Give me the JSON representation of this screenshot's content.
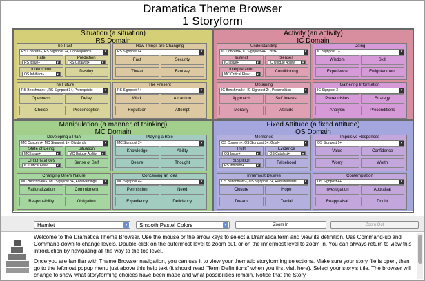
{
  "header": {
    "title": "Dramatica Theme Browser",
    "subtitle": "1 Storyform"
  },
  "colors": {
    "yellow": "#d8d66a",
    "red": "#d98b99",
    "green": "#9fd08f",
    "blue": "#a3a8de",
    "board_bg": "#c9a9cf"
  },
  "quadrants": [
    {
      "key": "tl",
      "title": "Situation (a situation)",
      "domain": "RS Domain",
      "bg": "#d5cf78",
      "cells": [
        {
          "bg": "#d8d49a",
          "head": "The Past",
          "sel": "RS Concern+, RS Signpost 2+, Consequence",
          "row1": [
            {
              "label": "Fate",
              "sel": "RS Issue+"
            },
            {
              "label": "Prediction",
              "sel": "RS Catalyst+"
            }
          ],
          "row2": [
            {
              "label": "Interdiction",
              "sel": "OS Inhibitor+"
            },
            {
              "label": "Destiny"
            }
          ]
        },
        {
          "bg": "#dcc9a2",
          "head": "How Things are Changing",
          "sel": "RS Signpost 1+",
          "row1": [
            {
              "label": "Fact"
            },
            {
              "label": "Security"
            }
          ],
          "row2": [
            {
              "label": "Threat"
            },
            {
              "label": "Fantasy"
            }
          ]
        },
        {
          "bg": "#d8d49a",
          "head": "The Future",
          "sel": "RS Benchmark+, RS Signpost 3+, Prerequisite",
          "row1": [
            {
              "label": "Openness"
            },
            {
              "label": "Delay"
            }
          ],
          "row2": [
            {
              "label": "Choice"
            },
            {
              "label": "Preconception"
            }
          ]
        },
        {
          "bg": "#dcc9a2",
          "head": "The Present",
          "sel": "RS Signpost 4+",
          "row1": [
            {
              "label": "Work"
            },
            {
              "label": "Attraction"
            }
          ],
          "row2": [
            {
              "label": "Repulsion"
            },
            {
              "label": "Attempt"
            }
          ]
        }
      ]
    },
    {
      "key": "tr",
      "title": "Activity (an activity)",
      "domain": "IC Domain",
      "bg": "#d88e9e",
      "cells": [
        {
          "bg": "#e0a0b4",
          "head": "Understanding",
          "sel": "IC Concern+, IC Signpost 4+, Cost+",
          "row1": [
            {
              "label": "Instinct",
              "sel": "IC Issue+"
            },
            {
              "label": "Senses",
              "sel": "IC Unique Ability"
            }
          ],
          "row2": [
            {
              "label": "Interpretation",
              "sel": "MC Critical Flaw"
            },
            {
              "label": "Conditioning"
            }
          ]
        },
        {
          "bg": "#d79ad8",
          "head": "Doing",
          "sel": "IC Signpost 1+",
          "row1": [
            {
              "label": "Wisdom"
            },
            {
              "label": "Skill"
            }
          ],
          "row2": [
            {
              "label": "Experience"
            },
            {
              "label": "Enlightenment"
            }
          ]
        },
        {
          "bg": "#e0a0b4",
          "head": "Obtaining",
          "sel": "IC Benchmark+, IC Signpost 2+, Precondition",
          "row1": [
            {
              "label": "Approach"
            },
            {
              "label": "Self Interest"
            }
          ],
          "row2": [
            {
              "label": "Morality"
            },
            {
              "label": "Attitude"
            }
          ]
        },
        {
          "bg": "#d79ad8",
          "head": "Gathering Information",
          "sel": "IC Signpost 3+",
          "row1": [
            {
              "label": "Prerequisites"
            },
            {
              "label": "Strategy"
            }
          ],
          "row2": [
            {
              "label": "Analysis"
            },
            {
              "label": "Preconditions"
            }
          ]
        }
      ]
    },
    {
      "key": "bl",
      "title": "Manipulation (a manner of thinking)",
      "domain": "MC Domain",
      "bg": "#a3cf8c",
      "cells": [
        {
          "bg": "#a6d6a0",
          "head": "Developing a Plan",
          "sel": "MC Concern+, MC Signpost 1+, Dividends",
          "row1": [
            {
              "label": "State of Being",
              "sel": "MC Issue+"
            },
            {
              "label": "Situation",
              "sel": "MC Unique Ability"
            }
          ],
          "row2": [
            {
              "label": "Circumstances",
              "sel": "IC Critical Flaw"
            },
            {
              "label": "Sense of Self"
            }
          ]
        },
        {
          "bg": "#a3ccc0",
          "head": "Playing a Role",
          "sel": "MC Signpost 2+",
          "row1": [
            {
              "label": "Knowledge"
            },
            {
              "label": "Ability"
            }
          ],
          "row2": [
            {
              "label": "Desire"
            },
            {
              "label": "Thought"
            }
          ]
        },
        {
          "bg": "#a6d6a0",
          "head": "Changing One's Nature",
          "sel": "MC Benchmark+, MC Signpost 3+, Forewarnings",
          "row1": [
            {
              "label": "Rationalization"
            },
            {
              "label": "Commitment"
            }
          ],
          "row2": [
            {
              "label": "Responsibility"
            },
            {
              "label": "Obligation"
            }
          ]
        },
        {
          "bg": "#a3ccc0",
          "head": "Conceiving an Idea",
          "sel": "MC Signpost 4+",
          "row1": [
            {
              "label": "Permission"
            },
            {
              "label": "Need"
            }
          ],
          "row2": [
            {
              "label": "Expediency"
            },
            {
              "label": "Deficiency"
            }
          ]
        }
      ]
    },
    {
      "key": "br",
      "title": "Fixed Attitude (a fixed attitude)",
      "domain": "OS Domain",
      "bg": "#a4a7de",
      "cells": [
        {
          "bg": "#b3b0de",
          "head": "Memories",
          "sel": "OS Concern+, OS Signpost 3+, Goal+",
          "row1": [
            {
              "label": "Truth",
              "sel": "OS Issue+"
            },
            {
              "label": "Evidence",
              "sel": "OS Catalyst+"
            }
          ],
          "row2": [
            {
              "label": "Suspicion",
              "sel": "RS Inhibitor+"
            },
            {
              "label": "Falsehood"
            }
          ]
        },
        {
          "bg": "#c2a6dc",
          "head": "Impulsive Responses",
          "sel": "OS Signpost 1+",
          "row1": [
            {
              "label": "Value"
            },
            {
              "label": "Confidence"
            }
          ],
          "row2": [
            {
              "label": "Worry"
            },
            {
              "label": "Worth"
            }
          ]
        },
        {
          "bg": "#b3b0de",
          "head": "Innermost Desires",
          "sel": "OS Benchmark+, OS Signpost 2+, Requirements",
          "row1": [
            {
              "label": "Closure"
            },
            {
              "label": "Hope"
            }
          ],
          "row2": [
            {
              "label": "Dream"
            },
            {
              "label": "Denial"
            }
          ]
        },
        {
          "bg": "#c2a6dc",
          "head": "Contemplation",
          "sel": "OS Signpost 4+",
          "row1": [
            {
              "label": "Investigation"
            },
            {
              "label": "Appraisal"
            }
          ],
          "row2": [
            {
              "label": "Reappraisal"
            },
            {
              "label": "Doubt"
            }
          ]
        }
      ]
    }
  ],
  "controls": {
    "story": "Hamlet",
    "color_scheme": "Smooth Pastel Colors",
    "zoom_in": "Zoom In",
    "zoom_out": "Zoom Out"
  },
  "help": {
    "p1": "Welcome to the Dramatica Theme Browser.  Use the mouse or the arrow keys to select a Dramatica term and view its definition.  Use Command-up and Command-down to change levels.  Double-click on the outermost level to zoom out, or on the innermost level to zoom in.  You can always return to view this introduction by navigating all the way to the top level.",
    "p2": "Once you are familiar with Theme Browser navigation, you can use it to view your thematic storyforming selections.  Make sure your story file is open, then go to the leftmost popup menu just above this help text (it should read \"Term Definitions\" when you first visit here).  Select your story's title.  The browser will change to show what storyforming choices have been made and what possibilities remain.  Notice that the Story"
  }
}
